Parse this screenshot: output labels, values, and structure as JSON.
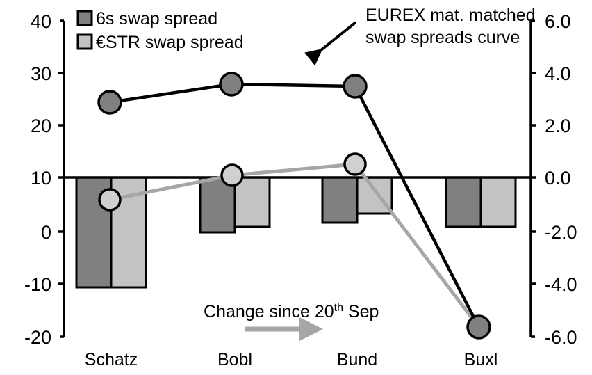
{
  "chart_data": {
    "type": "bar",
    "title": "",
    "categories": [
      "Schatz",
      "Bobl",
      "Bund",
      "Buxl"
    ],
    "series": [
      {
        "name": "6s swap spread",
        "axis": "right",
        "kind": "bar",
        "color": "#808080",
        "values": [
          -4.05,
          -1.95,
          -1.55,
          -1.8
        ]
      },
      {
        "name": "€STR swap spread",
        "axis": "right",
        "kind": "bar",
        "color": "#c3c3c3",
        "values": [
          -4.05,
          -1.75,
          -1.25,
          -1.75
        ]
      },
      {
        "name": "EUREX mat. matched swap spreads curve",
        "axis": "left",
        "kind": "line",
        "color": "#000000",
        "values": [
          24.6,
          28.0,
          27.4,
          -18.1
        ]
      },
      {
        "name": "Change since 20th Sep",
        "axis": "right",
        "kind": "line",
        "color": "#a6a6a6",
        "values": [
          -0.85,
          0.05,
          0.55,
          -6.4
        ]
      }
    ],
    "left_axis": {
      "label": "",
      "ticks": [
        "40",
        "30",
        "20",
        "10",
        "0",
        "-10",
        "-20"
      ],
      "ylim": [
        -20,
        40
      ]
    },
    "right_axis": {
      "label": "",
      "ticks": [
        "6.0",
        "4.0",
        "2.0",
        "0.0",
        "-2.0",
        "-4.0",
        "-6.0"
      ],
      "ylim": [
        -6,
        6
      ]
    },
    "grid": false,
    "legend_position": "top-left",
    "annotations": [
      {
        "id": "curve-callout",
        "text_line1": "EUREX mat. matched",
        "text_line2": "swap spreads curve",
        "arrow": "down-left"
      },
      {
        "id": "change-callout",
        "text": "Change since 20",
        "sup": "th",
        "text_after": " Sep",
        "arrow": "right"
      }
    ]
  },
  "legend": {
    "items": [
      {
        "label": "6s swap spread",
        "color": "#808080"
      },
      {
        "label": "€STR swap spread",
        "color": "#c3c3c3"
      }
    ]
  },
  "left_axis": {
    "ticks": [
      "40",
      "30",
      "20",
      "10",
      "0",
      "-10",
      "-20"
    ]
  },
  "right_axis": {
    "ticks": [
      "6.0",
      "4.0",
      "2.0",
      "0.0",
      "-2.0",
      "-4.0",
      "-6.0"
    ]
  },
  "categories": [
    "Schatz",
    "Bobl",
    "Bund",
    "Buxl"
  ],
  "annotation_curve": {
    "line1": "EUREX mat. matched",
    "line2": "swap spreads curve"
  },
  "annotation_change": {
    "text": "Change since 20",
    "sup": "th",
    "suffix": " Sep"
  }
}
